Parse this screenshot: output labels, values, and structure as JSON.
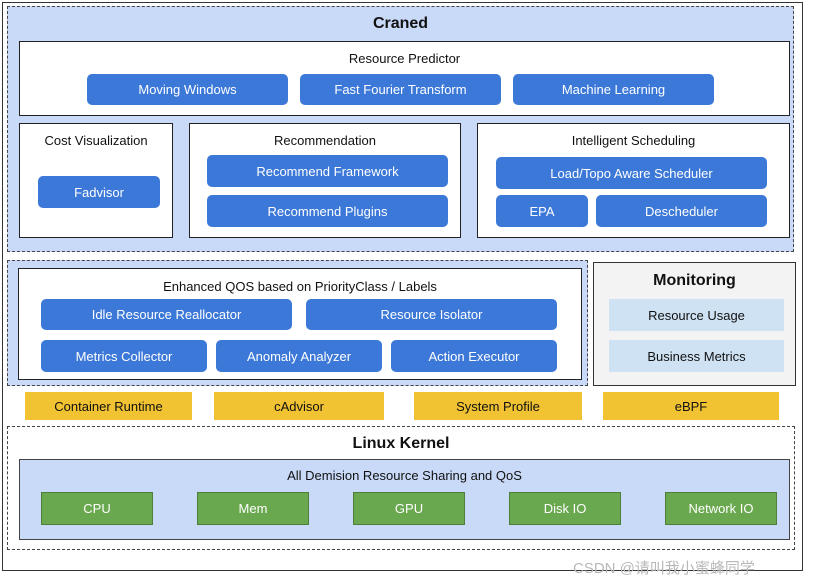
{
  "craned": {
    "title": "Craned",
    "resource_predictor": {
      "title": "Resource Predictor",
      "items": [
        "Moving Windows",
        "Fast Fourier Transform",
        "Machine Learning"
      ]
    },
    "cost_visualization": {
      "title": "Cost Visualization",
      "items": [
        "Fadvisor"
      ]
    },
    "recommendation": {
      "title": "Recommendation",
      "items": [
        "Recommend Framework",
        "Recommend Plugins"
      ]
    },
    "intelligent_scheduling": {
      "title": "Intelligent Scheduling",
      "items": [
        "Load/Topo Aware Scheduler",
        "EPA",
        "Descheduler"
      ]
    }
  },
  "qos": {
    "title": "Enhanced QOS based on PriorityClass / Labels",
    "items": [
      "Idle Resource Reallocator",
      "Resource Isolator",
      "Metrics Collector",
      "Anomaly Analyzer",
      "Action Executor"
    ]
  },
  "monitoring": {
    "title": "Monitoring",
    "items": [
      "Resource Usage",
      "Business Metrics"
    ]
  },
  "runtime_row": [
    "Container Runtime",
    "cAdvisor",
    "System Profile",
    "eBPF"
  ],
  "linux_kernel": {
    "title": "Linux Kernel",
    "sharing": {
      "title": "All Demision Resource Sharing and QoS",
      "items": [
        "CPU",
        "Mem",
        "GPU",
        "Disk IO",
        "Network IO"
      ]
    }
  },
  "watermark": "CSDN @请叫我小蜜蜂同学",
  "colors": {
    "primary_blue": "#3c78d8",
    "light_blue": "#c9daf8",
    "pale_blue": "#cfe2f3",
    "yellow": "#f1c232",
    "green": "#6aa84f",
    "gray_panel": "#f3f3f3"
  }
}
